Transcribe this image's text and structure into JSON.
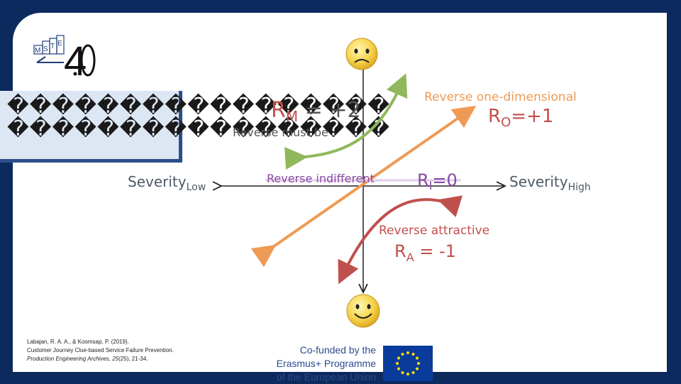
{
  "slide": {
    "title_line1": "�����������������",
    "title_line2": "�����������������"
  },
  "logo": {
    "text": "MSTE 4.0"
  },
  "diagram": {
    "axis_left_main": "Severity",
    "axis_left_sub": "Low",
    "axis_right_main": "Severity",
    "axis_right_sub": "High",
    "top_face": "sad",
    "bottom_face": "happy",
    "reverse_must_be_formula_main": "R",
    "reverse_must_be_formula_sub": "M",
    "reverse_must_be_formula_value": " = +2",
    "reverse_must_be_label": "Reverse must be",
    "reverse_one_dim_label": "Reverse one-dimensional",
    "reverse_one_dim_formula_main": "R",
    "reverse_one_dim_formula_sub": "O",
    "reverse_one_dim_formula_value": "=+1",
    "reverse_indifferent_label": "Reverse indifferent",
    "reverse_indifferent_formula_main": "R",
    "reverse_indifferent_formula_sub": "I",
    "reverse_indifferent_formula_value": "=0",
    "reverse_attractive_label": "Reverse attractive",
    "reverse_attractive_formula_main": "R",
    "reverse_attractive_formula_sub": "A",
    "reverse_attractive_formula_value": " = -1",
    "colors": {
      "must_be": "#8fb85a",
      "one_dim": "#ef9a54",
      "indifferent": "#b479c6",
      "attractive": "#c0504d",
      "axis_label": "#4d5a68",
      "formula": "#c0504d"
    }
  },
  "citation": {
    "line1": "Labajan, R. A. A., & Koomsap, P. (2019).",
    "line2": "Customer Journey Clue-based Service Failure Prevention.",
    "line3_journal": "Production Engineering Archives,",
    "line3_volume": " 25",
    "line3_issue": "(25)",
    "line3_pages": ", 21-34."
  },
  "eu": {
    "line1": "Co-funded by the",
    "line2": "Erasmus+ Programme",
    "line3": "of the European Union",
    "flag_color": "#0b3b9a",
    "star_color": "#ffdd00"
  }
}
